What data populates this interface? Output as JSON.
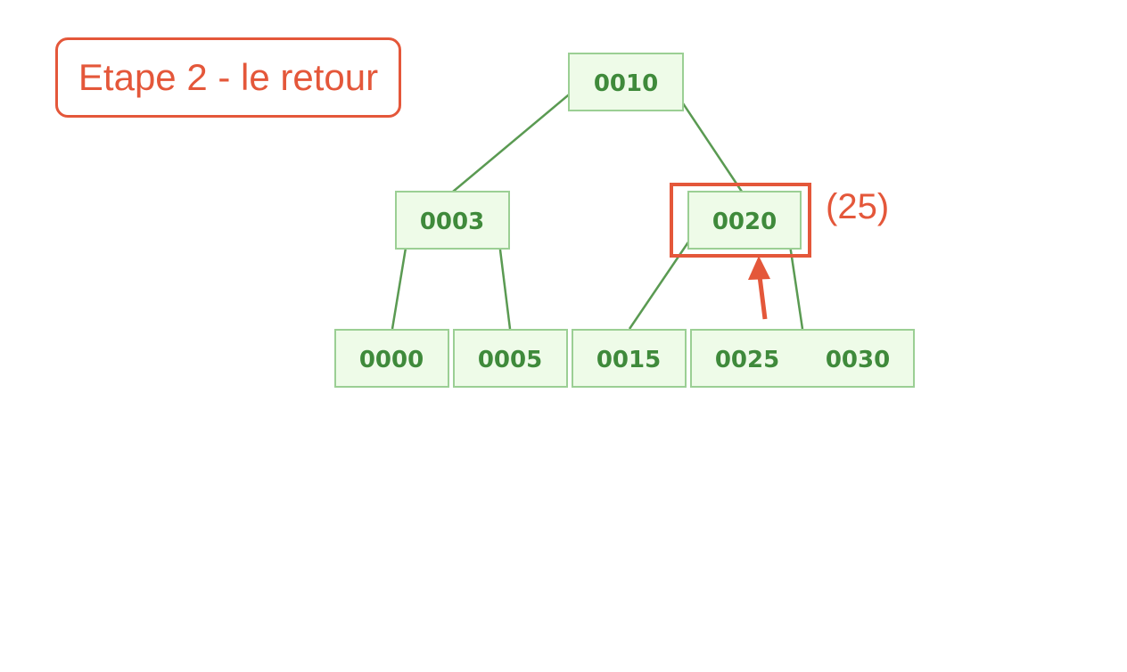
{
  "step_label": "Etape 2 - le retour",
  "tree": {
    "root": "0010",
    "level1": [
      "0003",
      "0020"
    ],
    "leaves": [
      "0000",
      "0005",
      "0015",
      "0025",
      "0030"
    ]
  },
  "highlight": {
    "node": "0020",
    "annotation": "(25)"
  },
  "colors": {
    "accent": "#e4573a",
    "node_fill": "#eefbe8",
    "node_border": "#9bcf94",
    "node_text": "#3f8a3b",
    "edge": "#5a9a52"
  }
}
